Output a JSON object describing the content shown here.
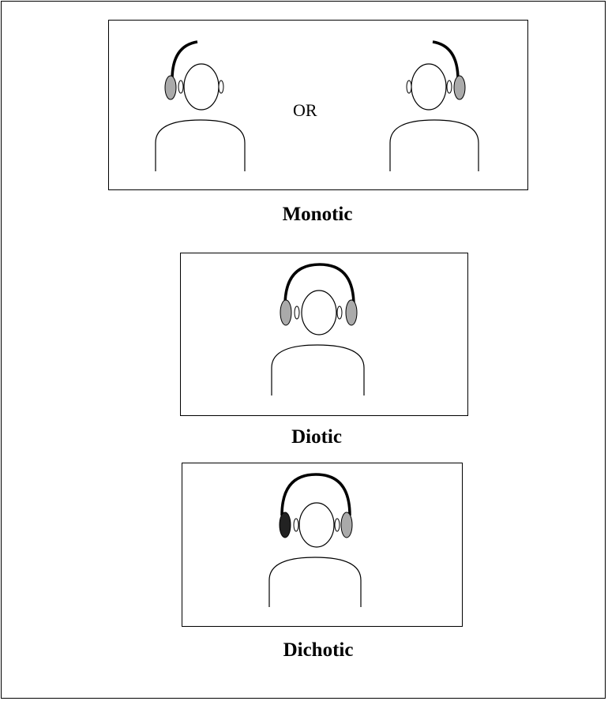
{
  "panels": {
    "monotic": {
      "caption": "Monotic",
      "separator": "OR"
    },
    "diotic": {
      "caption": "Diotic"
    },
    "dichotic": {
      "caption": "Dichotic"
    }
  },
  "colors": {
    "earcup_default": "#aaaaaa",
    "earcup_distinct": "#222222",
    "stroke": "#000000"
  }
}
